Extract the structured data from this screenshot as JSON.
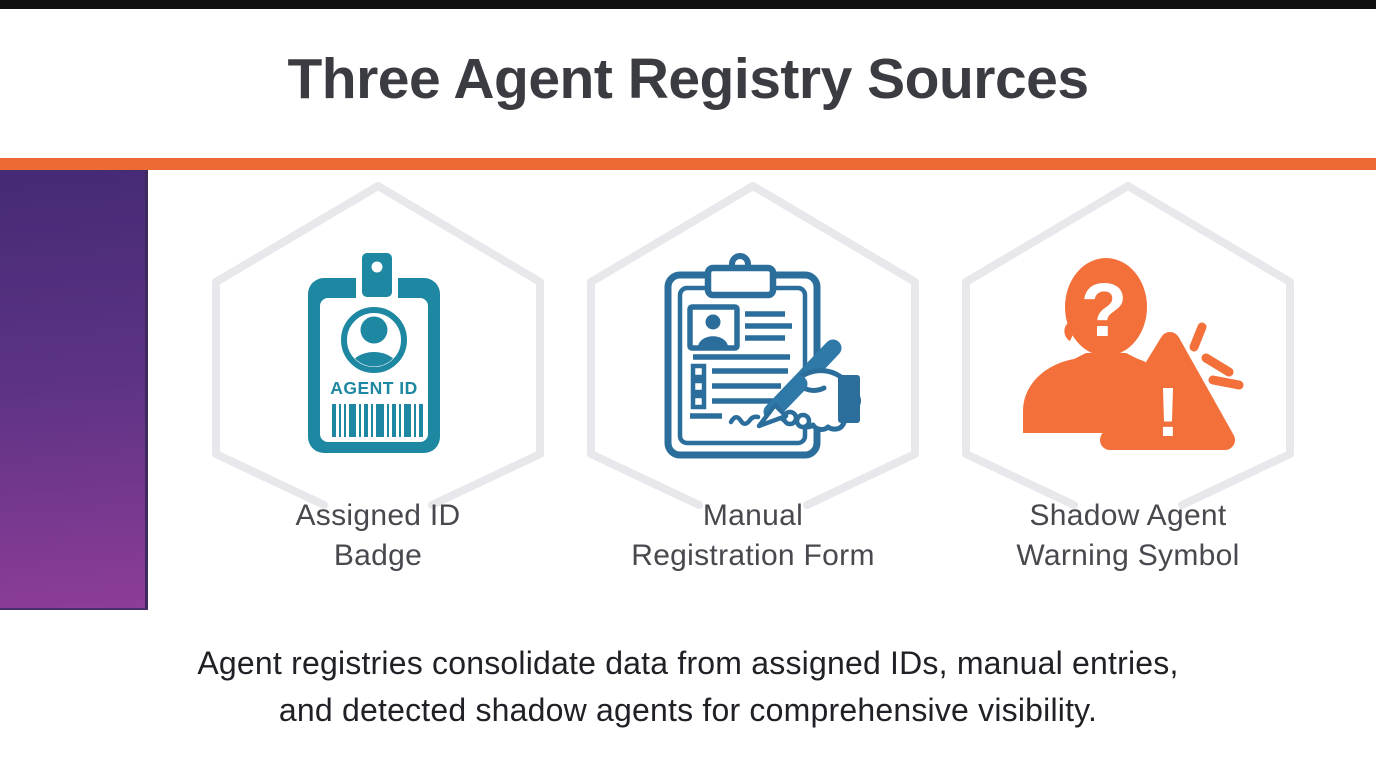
{
  "page": {
    "title": "Three Agent Registry Sources"
  },
  "cards": [
    {
      "id": "assigned-id-badge",
      "icon": "id-badge-icon",
      "badge_text": "AGENT ID",
      "label_line1": "Assigned ID",
      "label_line2": "Badge"
    },
    {
      "id": "manual-registration-form",
      "icon": "registration-form-icon",
      "label_line1": "Manual",
      "label_line2": "Registration Form"
    },
    {
      "id": "shadow-agent-warning",
      "icon": "shadow-agent-warning-icon",
      "question_glyph": "?",
      "exclamation_glyph": "!",
      "label_line1": "Shadow Agent",
      "label_line2": "Warning Symbol"
    }
  ],
  "footer": {
    "line1": "Agent registries consolidate data from assigned IDs, manual entries,",
    "line2": "and detected shadow agents for comprehensive visibility."
  },
  "colors": {
    "accent_orange": "#ee6a35",
    "icon_teal": "#1e87a2",
    "icon_blue": "#2b6e9c",
    "icon_orange": "#f3703a",
    "hex_outline": "#e7e7ec",
    "sidebar_purple_top": "#452a75",
    "sidebar_purple_bottom": "#8d3d96",
    "title_color": "#3b3b42"
  }
}
